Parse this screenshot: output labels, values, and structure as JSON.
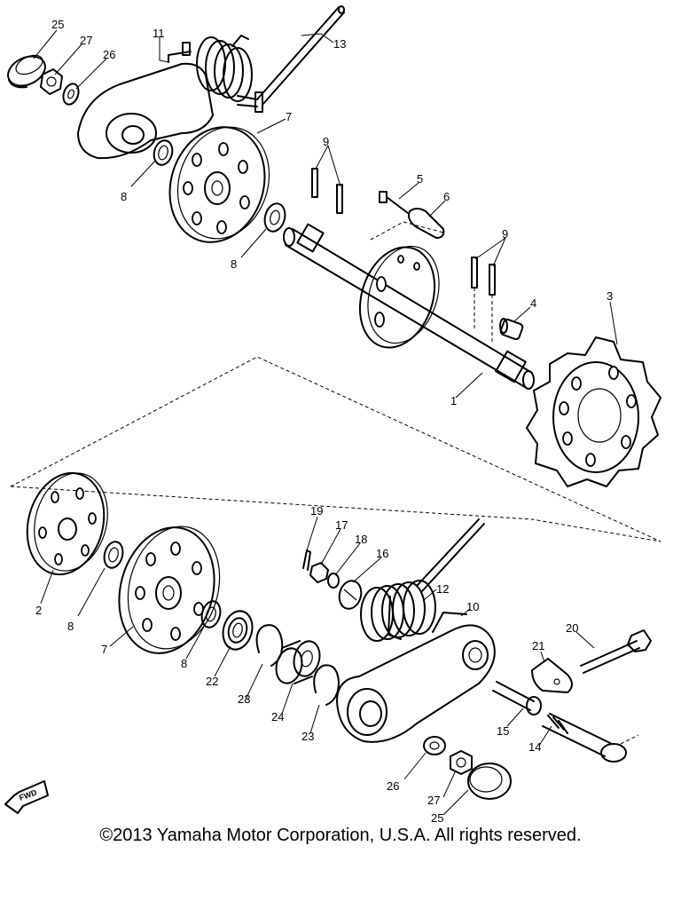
{
  "diagram": {
    "labels": {
      "p1": "1",
      "p2": "2",
      "p3": "3",
      "p4": "4",
      "p5": "5",
      "p6": "6",
      "p7a": "7",
      "p7b": "7",
      "p8a": "8",
      "p8b": "8",
      "p8c": "8",
      "p8d": "8",
      "p9a": "9",
      "p9b": "9",
      "p10": "10",
      "p11": "11",
      "p12": "12",
      "p13": "13",
      "p14": "14",
      "p15": "15",
      "p16": "16",
      "p17": "17",
      "p18": "18",
      "p19": "19",
      "p20": "20",
      "p21": "21",
      "p22": "22",
      "p23a": "23",
      "p23b": "23",
      "p24": "24",
      "p25a": "25",
      "p25b": "25",
      "p26a": "26",
      "p26b": "26",
      "p27a": "27",
      "p27b": "27"
    },
    "fwd_arrow_text": "FWD"
  },
  "footer": {
    "copyright": "©2013 Yamaha Motor Corporation, U.S.A. All rights reserved."
  }
}
